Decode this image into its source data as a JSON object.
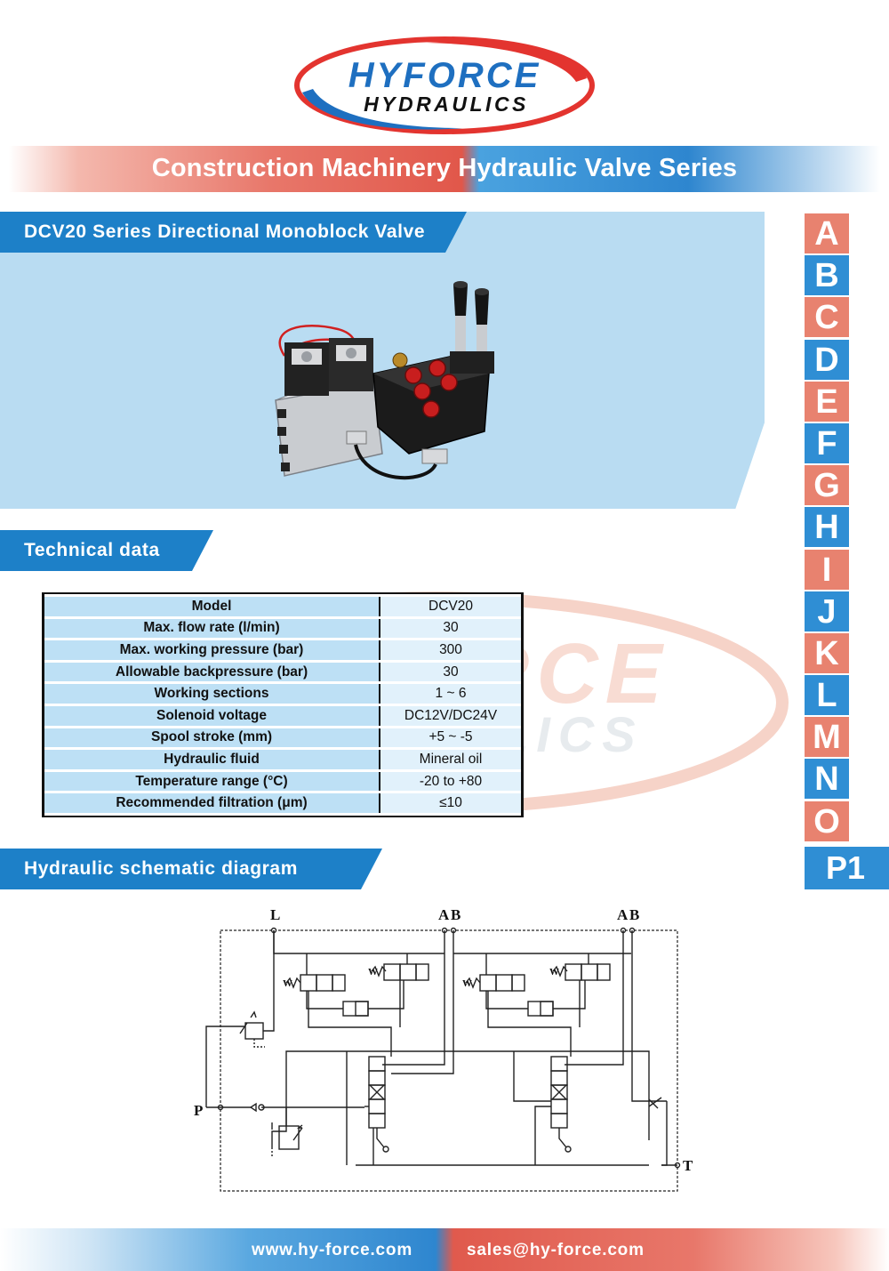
{
  "brand": {
    "line1": "HYFORCE",
    "line2": "HYDRAULICS",
    "colors": {
      "red": "#e3342f",
      "blue": "#1e6fc0",
      "light_blue": "#bde0f5"
    }
  },
  "series_banner": "Construction Machinery Hydraulic Valve Series",
  "product_section": {
    "title": "DCV20 Series Directional Monoblock Valve",
    "image_icon": "valve-photo"
  },
  "tech_section": {
    "title": "Technical data",
    "rows": [
      {
        "label": "Model",
        "value": "DCV20"
      },
      {
        "label": "Max. flow rate (l/min)",
        "value": "30"
      },
      {
        "label": "Max. working pressure (bar)",
        "value": "300"
      },
      {
        "label": "Allowable backpressure (bar)",
        "value": "30"
      },
      {
        "label": "Working sections",
        "value": "1 ~ 6"
      },
      {
        "label": "Solenoid voltage",
        "value": "DC12V/DC24V"
      },
      {
        "label": "Spool stroke (mm)",
        "value": "+5 ~ -5"
      },
      {
        "label": "Hydraulic fluid",
        "value": "Mineral oil"
      },
      {
        "label": "Temperature range (°C)",
        "value": "-20 to +80"
      },
      {
        "label": "Recommended filtration (μm)",
        "value": "≤10"
      }
    ]
  },
  "schematic_section": {
    "title": "Hydraulic schematic diagram",
    "labels": {
      "l": "L",
      "a1": "A",
      "b1": "B",
      "a2": "A",
      "b2": "B",
      "p": "P",
      "t": "T",
      "w": "W"
    }
  },
  "letter_index": [
    "A",
    "B",
    "C",
    "D",
    "E",
    "F",
    "G",
    "H",
    "I",
    "J",
    "K",
    "L",
    "M",
    "N",
    "O"
  ],
  "page_tag": "P1",
  "footer": {
    "website": "www.hy-force.com",
    "email": "sales@hy-force.com"
  }
}
